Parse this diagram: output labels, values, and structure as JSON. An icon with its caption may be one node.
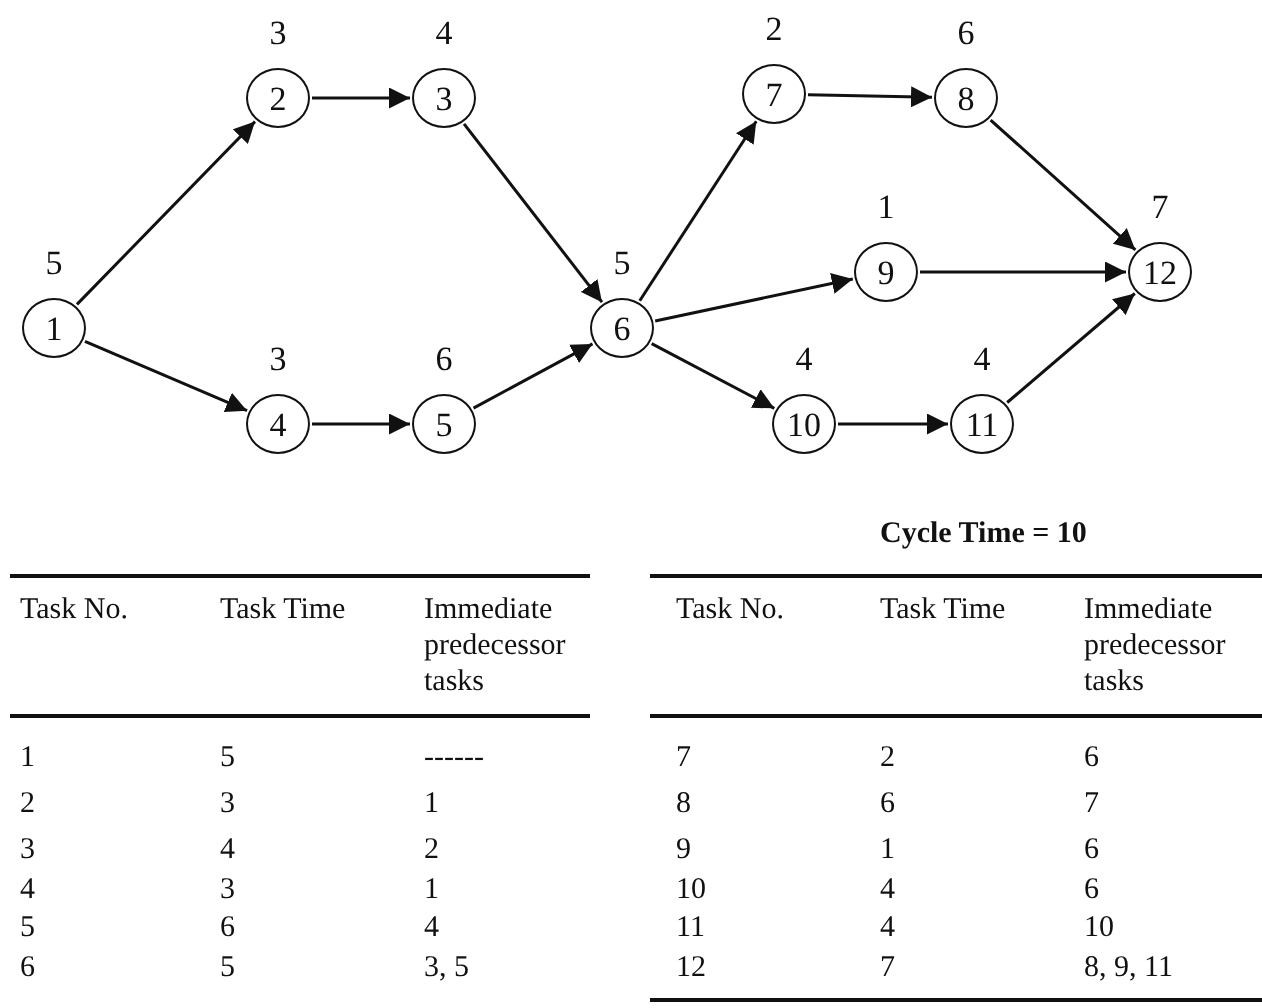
{
  "diagram": {
    "nodes": [
      {
        "text": [
          "1"
        ],
        "beside": [
          "5"
        ]
      },
      {
        "text": [
          "2"
        ],
        "beside": [
          "3"
        ]
      },
      {
        "text": [
          "3"
        ],
        "beside": [
          "4"
        ]
      },
      {
        "text": [
          "4"
        ],
        "beside": [
          "3"
        ]
      },
      {
        "text": [
          "5"
        ],
        "beside": [
          "6"
        ]
      },
      {
        "text": [
          "6"
        ],
        "beside": [
          "5"
        ]
      },
      {
        "text": [
          "7"
        ],
        "beside": [
          "2"
        ]
      },
      {
        "text": [
          "8"
        ],
        "beside": [
          "6"
        ]
      },
      {
        "text": [
          "9"
        ],
        "beside": [
          "1"
        ]
      },
      {
        "text": [
          "10"
        ],
        "beside": [
          "4"
        ]
      },
      {
        "text": [
          "11"
        ],
        "beside": [
          "4"
        ]
      },
      {
        "text": [
          "12"
        ],
        "beside": [
          "7"
        ]
      }
    ],
    "edges": [
      {
        "from": 0,
        "to": 1,
        "arrow": "to"
      },
      {
        "from": 0,
        "to": 3,
        "arrow": "to"
      },
      {
        "from": 1,
        "to": 2,
        "arrow": "to"
      },
      {
        "from": 3,
        "to": 4,
        "arrow": "to"
      },
      {
        "from": 2,
        "to": 5,
        "arrow": "to"
      },
      {
        "from": 4,
        "to": 5,
        "arrow": "to"
      },
      {
        "from": 5,
        "to": 6,
        "arrow": "to"
      },
      {
        "from": 5,
        "to": 8,
        "arrow": "to"
      },
      {
        "from": 5,
        "to": 9,
        "arrow": "to"
      },
      {
        "from": 6,
        "to": 7,
        "arrow": "to"
      },
      {
        "from": 9,
        "to": 10,
        "arrow": "to"
      },
      {
        "from": 7,
        "to": 11,
        "arrow": "to"
      },
      {
        "from": 8,
        "to": 11,
        "arrow": "to"
      },
      {
        "from": 10,
        "to": 11,
        "arrow": "to"
      }
    ],
    "labels": [
      "Cycle Time = 10",
      "Task No.",
      "Task Time",
      "Immediate predecessor tasks",
      "1",
      "5",
      "------",
      "2",
      "3",
      "1",
      "3",
      "4",
      "2",
      "4",
      "3",
      "1",
      "5",
      "6",
      "4",
      "6",
      "5",
      "3, 5",
      "Task No.",
      "Task Time",
      "Immediate predecessor tasks",
      "7",
      "2",
      "6",
      "8",
      "6",
      "7",
      "9",
      "1",
      "6",
      "10",
      "4",
      "6",
      "11",
      "4",
      "10",
      "12",
      "7",
      "8, 9, 11"
    ]
  }
}
